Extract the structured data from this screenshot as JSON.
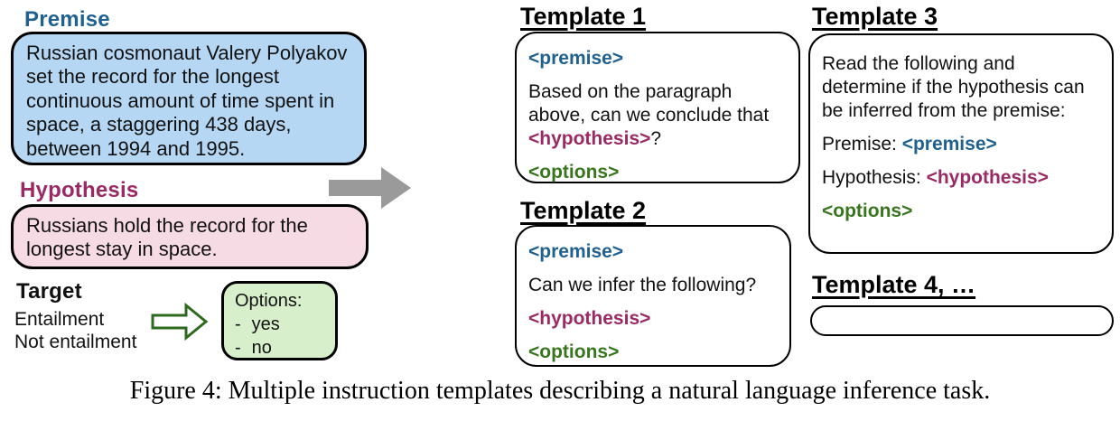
{
  "figure": {
    "caption": "Figure 4: Multiple instruction templates describing a natural language inference task."
  },
  "colors": {
    "premise_blue": "#20618F",
    "premise_fill": "#B5D7F3",
    "hypothesis_magenta": "#992A63",
    "hypothesis_fill": "#F6DBE4",
    "options_green": "#38761D",
    "options_fill": "#D7EFCB",
    "arrow_gray": "#9A9A9A",
    "arrow_green": "#2D6A1E"
  },
  "left": {
    "premise": {
      "label": "Premise",
      "text": "Russian cosmonaut Valery Polyakov set the record for the longest continuous amount of time spent in space, a staggering 438 days, between 1994 and 1995."
    },
    "hypothesis": {
      "label": "Hypothesis",
      "text": "Russians hold the record for the longest stay in space."
    },
    "target": {
      "label": "Target",
      "values": [
        "Entailment",
        "Not entailment"
      ]
    },
    "options": {
      "title": "Options:",
      "bullet": "-",
      "items": [
        "yes",
        "no"
      ]
    }
  },
  "templates": {
    "t1": {
      "title": "Template 1",
      "premise_tag": "<premise>",
      "body": "Based on the paragraph above, can we conclude that ",
      "hypothesis_tag": "<hypothesis>",
      "suffix": "?",
      "options_tag": "<options>"
    },
    "t2": {
      "title": "Template 2",
      "premise_tag": "<premise>",
      "body": "Can we infer the following?",
      "hypothesis_tag": "<hypothesis>",
      "options_tag": "<options>"
    },
    "t3": {
      "title": "Template 3",
      "body": "Read the following and determine if the hypothesis can be inferred from the premise:",
      "premise_label": "Premise: ",
      "premise_tag": "<premise>",
      "hypothesis_label": "Hypothesis: ",
      "hypothesis_tag": "<hypothesis>",
      "options_tag": "<options>"
    },
    "t4": {
      "title": "Template 4, …"
    }
  }
}
